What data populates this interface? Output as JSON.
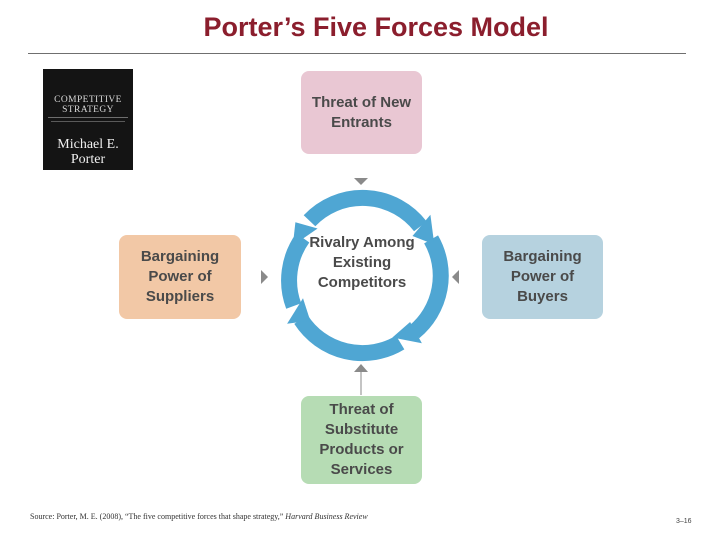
{
  "title": "Porter’s Five Forces Model",
  "book_cover": {
    "title": "COMPETITIVE STRATEGY",
    "author": "Michael E. Porter"
  },
  "forces": {
    "top": "Threat of New Entrants",
    "left": "Bargaining Power of Suppliers",
    "center": "Rivalry Among Existing Competitors",
    "right": "Bargaining Power of Buyers",
    "bottom": "Threat of Substitute Products or Services"
  },
  "source": {
    "text": "Source: Porter, M. E. (2008), “The five competitive forces that shape strategy,”",
    "journal": "Harvard Business Review"
  },
  "page_number": "3–16",
  "colors": {
    "title": "#8b1e2d",
    "new_entrants": "#e9c7d3",
    "suppliers": "#f2c8a6",
    "buyers": "#b6d2df",
    "substitutes": "#b6dcb4",
    "cycle": "#4fa6d3",
    "arrow": "#8a8a8a"
  }
}
